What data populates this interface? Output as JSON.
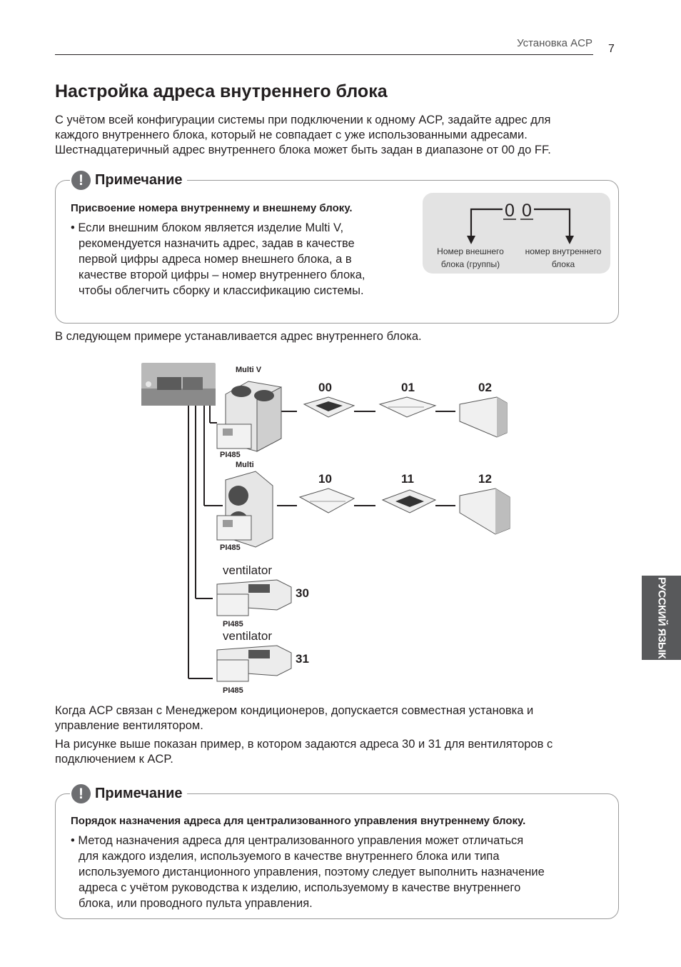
{
  "header": {
    "section": "Установка ACP",
    "page_number": "7"
  },
  "title": "Настройка адреса внутреннего блока",
  "intro": [
    "С учётом всей конфигурации системы при подключении к одному ACP, задайте адрес для",
    "каждого внутреннего блока, который не совпадает с уже использованными адресами.",
    "Шестнадцатеричный адрес внутреннего блока может быть задан в диапазоне от 00 до FF."
  ],
  "note1": {
    "icon": "exclamation-icon",
    "title": "Примечание",
    "subtitle": "Присвоение номера внутреннему и внешнему блоку.",
    "bullet_lines": [
      "• Если внешним блоком является изделие Multi V,",
      "рекомендуется назначить адрес, задав в качестве",
      "первой цифры адреса номер внешнего блока, а в",
      "качестве второй цифры – номер внутреннего блока,",
      "чтобы облегчить сборку и классификацию системы."
    ],
    "address_figure": {
      "digits": [
        "0",
        "0"
      ],
      "left_label": [
        "Номер внешнего",
        "блока (группы)"
      ],
      "right_label": [
        "номер внутреннего",
        "блока"
      ]
    }
  },
  "example_intro": "В следующем примере устанавливается адрес внутреннего блока.",
  "diagram": {
    "outdoor_labels": [
      "Multi V",
      "Multi"
    ],
    "pi485_label": "PI485",
    "ventilator_label": "ventilator",
    "row1_addresses": [
      "00",
      "01",
      "02"
    ],
    "row2_addresses": [
      "10",
      "11",
      "12"
    ],
    "ventilator_addresses": [
      "30",
      "31"
    ]
  },
  "after_diagram": [
    [
      "Когда ACP связан с Менеджером кондиционеров, допускается совместная установка и",
      "управление вентилятором."
    ],
    [
      "На рисунке выше показан пример, в котором задаются адреса 30 и 31 для вентиляторов с",
      "подключением к ACP."
    ]
  ],
  "note2": {
    "icon": "exclamation-icon",
    "title": "Примечание",
    "subtitle": "Порядок назначения адреса для централизованного управления внутреннему блоку.",
    "bullet_lines": [
      "• Метод назначения адреса для централизованного управления может отличаться",
      "для каждого изделия, используемого в качестве внутреннего блока или типа",
      "используемого дистанционного управления, поэтому следует выполнить назначение",
      "адреса с учётом руководства к изделию, используемому в качестве внутреннего",
      "блока, или проводного пульта управления."
    ]
  },
  "side_tab": "РУССКИЙ ЯЗЫК",
  "colors": {
    "note_icon": "#6d6e71",
    "side_tab": "#58595b",
    "panel": "#e3e3e3"
  }
}
